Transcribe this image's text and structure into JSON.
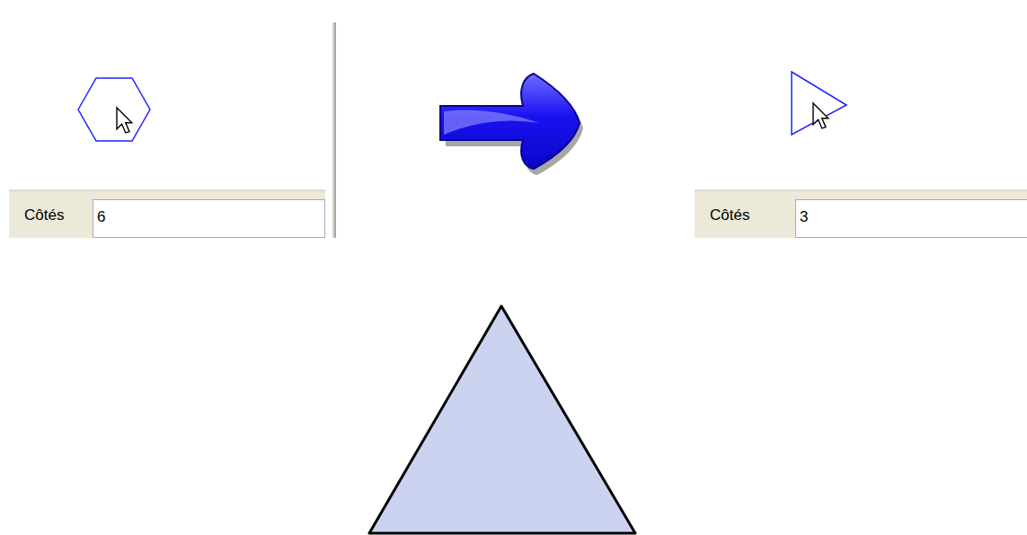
{
  "diagram": {
    "labels": [
      "Côtés",
      "6",
      "Côtés",
      "3"
    ]
  }
}
